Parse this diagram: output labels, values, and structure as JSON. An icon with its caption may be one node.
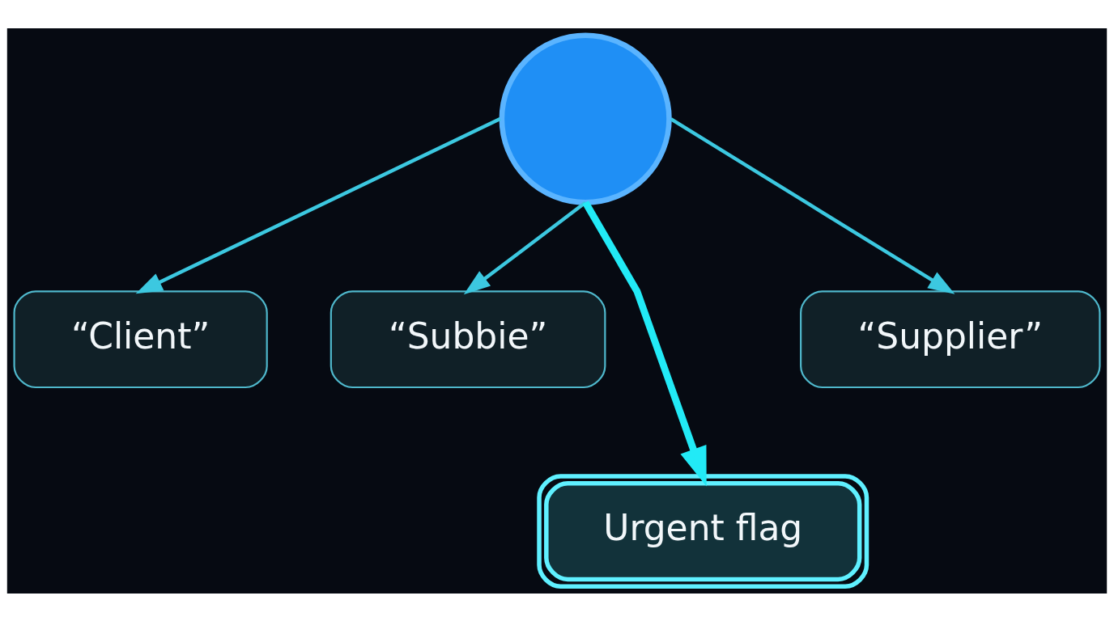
{
  "diagram": {
    "nodes": [
      {
        "text": [],
        "shape": "circle"
      },
      {
        "text": [
          "“Client”"
        ]
      },
      {
        "text": [
          "“Subbie”"
        ]
      },
      {
        "text": [
          "“Supplier”"
        ]
      },
      {
        "text": [
          "Urgent flag"
        ]
      }
    ],
    "edges": [
      {
        "from": 0,
        "to": 1,
        "arrow": "to"
      },
      {
        "from": 0,
        "to": 2,
        "arrow": "to"
      },
      {
        "from": 0,
        "to": 4,
        "arrow": "to",
        "style": "thick",
        "color": "#22eaf6"
      },
      {
        "from": 0,
        "to": 3,
        "arrow": "to"
      }
    ]
  }
}
